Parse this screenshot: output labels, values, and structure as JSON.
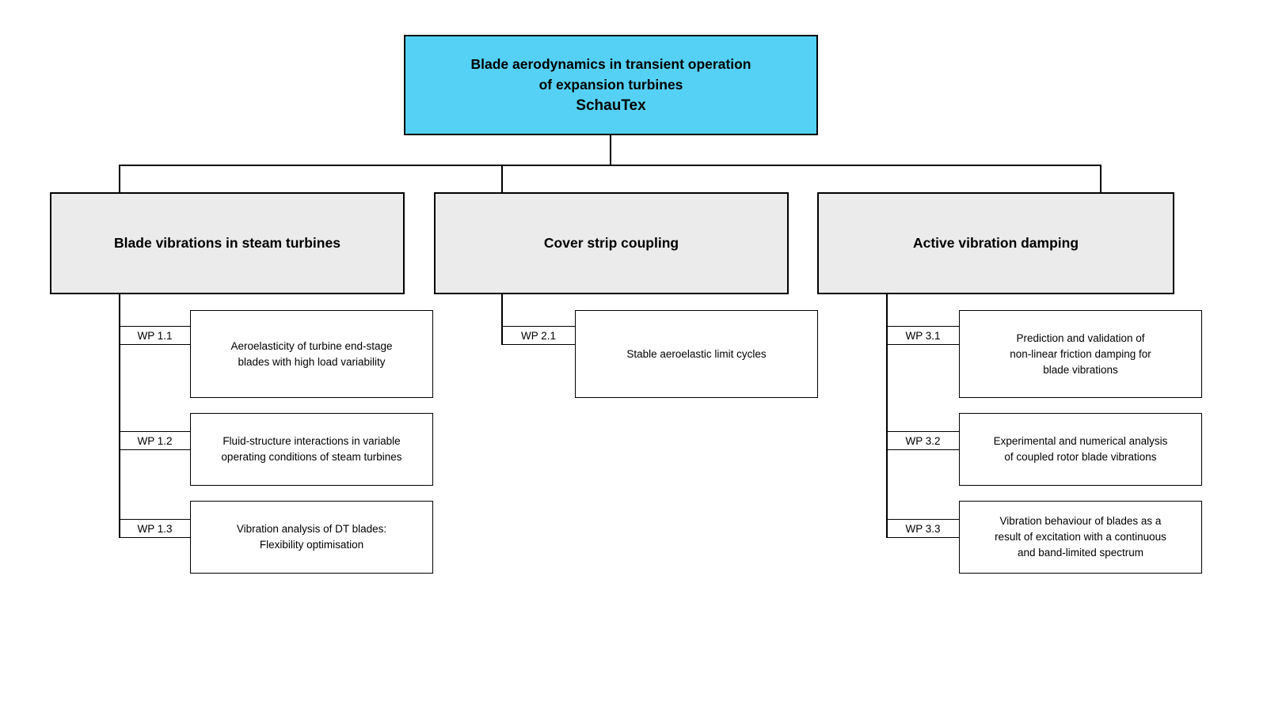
{
  "colors": {
    "root_fill": "#55d1f5",
    "branch_fill": "#ebebeb",
    "wp_fill": "#ffffff",
    "line": "#000000"
  },
  "root": {
    "title": "Blade aerodynamics in transient operation\nof expansion turbines",
    "subtitle": "SchauTex"
  },
  "branches": [
    {
      "label": "Blade vibrations in steam turbines",
      "work_packages": [
        {
          "id": "WP 1.1",
          "text": "Aeroelasticity of turbine end-stage\nblades with high load variability"
        },
        {
          "id": "WP 1.2",
          "text": "Fluid-structure interactions in variable\noperating conditions of steam turbines"
        },
        {
          "id": "WP 1.3",
          "text": "Vibration analysis of DT blades:\nFlexibility optimisation"
        }
      ]
    },
    {
      "label": "Cover strip coupling",
      "work_packages": [
        {
          "id": "WP 2.1",
          "text": "Stable aeroelastic limit cycles"
        }
      ]
    },
    {
      "label": "Active vibration damping",
      "work_packages": [
        {
          "id": "WP 3.1",
          "text": "Prediction and validation of\nnon-linear friction damping for\nblade vibrations"
        },
        {
          "id": "WP 3.2",
          "text": "Experimental and numerical analysis\nof coupled rotor blade vibrations"
        },
        {
          "id": "WP 3.3",
          "text": "Vibration behaviour of blades as a\nresult of excitation with a continuous\nand band-limited spectrum"
        }
      ]
    }
  ]
}
